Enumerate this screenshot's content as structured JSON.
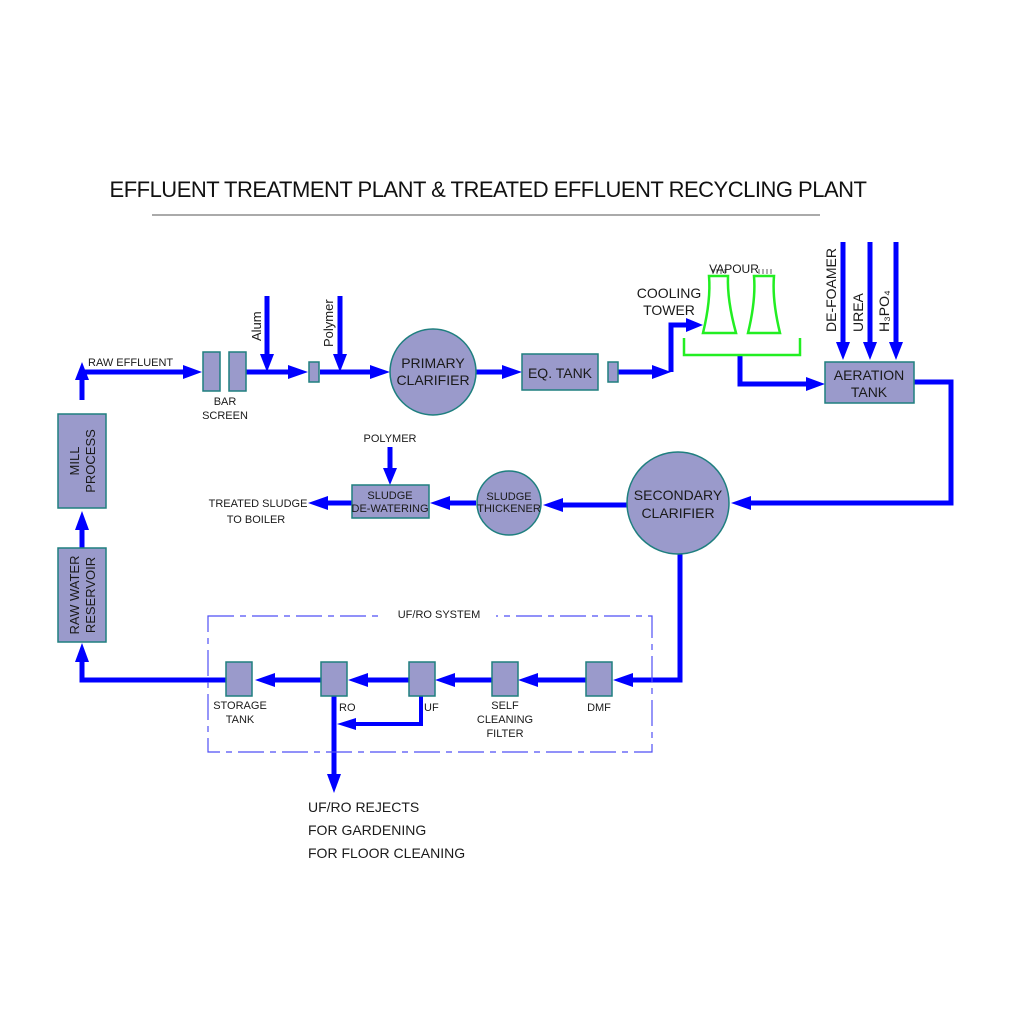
{
  "title": "EFFLUENT TREATMENT PLANT & TREATED EFFLUENT RECYCLING PLANT",
  "colors": {
    "pipe": "#0000ff",
    "unit_fill": "#9a9acb",
    "unit_stroke": "#1f7f7f",
    "cooling_tower": "#22ee22",
    "system_boundary": "#4f4ff5"
  },
  "units": {
    "bar_screen": [
      "BAR",
      "SCREEN"
    ],
    "primary_clarifier": [
      "PRIMARY",
      "CLARIFIER"
    ],
    "eq_tank": "EQ. TANK",
    "cooling_tower": [
      "COOLING",
      "TOWER"
    ],
    "vapour": "VAPOUR",
    "aeration_tank": [
      "AERATION",
      "TANK"
    ],
    "secondary_clarifier": [
      "SECONDARY",
      "CLARIFIER"
    ],
    "sludge_thickener": [
      "SLUDGE",
      "THICKENER"
    ],
    "sludge_dewatering": [
      "SLUDGE",
      "DE-WATERING"
    ],
    "mill_process": [
      "MILL",
      "PROCESS"
    ],
    "raw_water_reservoir": [
      "RAW WATER",
      "RESERVOIR"
    ],
    "storage_tank": [
      "STORAGE",
      "TANK"
    ],
    "ro": "RO",
    "uf": "UF",
    "self_cleaning_filter": [
      "SELF",
      "CLEANING",
      "FILTER"
    ],
    "dmf": "DMF"
  },
  "labels": {
    "raw_effluent": "RAW EFFLUENT",
    "alum": "Alum",
    "polymer_dose": "Polymer",
    "sludge_polymer": "POLYMER",
    "treated_sludge": [
      "TREATED SLUDGE",
      "TO BOILER"
    ],
    "defoamer": "DE-FOAMER",
    "urea": "UREA",
    "h3po4": "H₃PO₄",
    "uf_ro_system": "UF/RO SYSTEM",
    "rejects": [
      "UF/RO REJECTS",
      "FOR GARDENING",
      "FOR FLOOR CLEANING"
    ]
  }
}
